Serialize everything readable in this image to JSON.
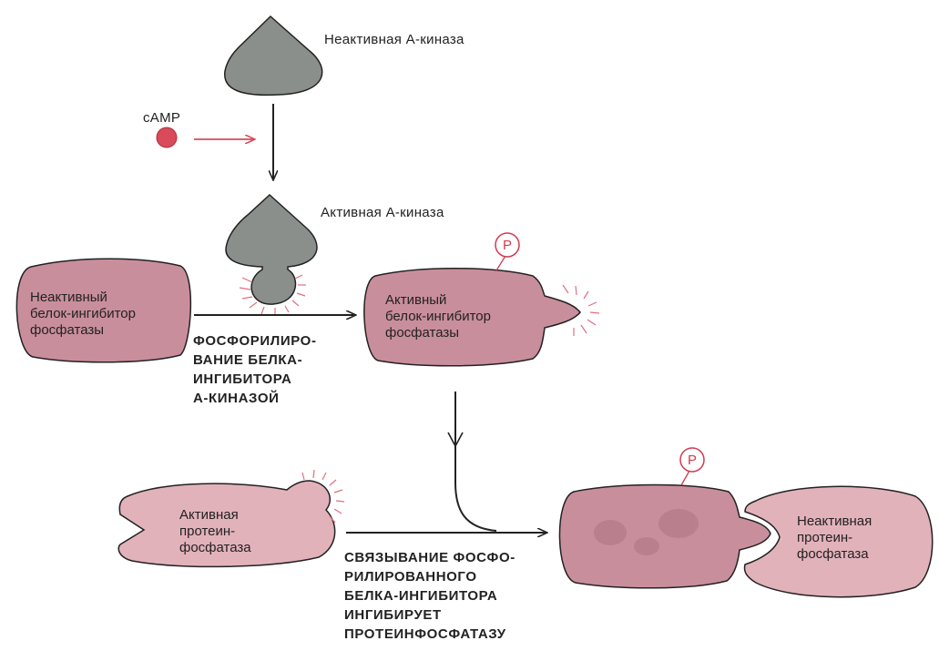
{
  "title": "",
  "labels": {
    "inactive_kinase": "Неактивная А-киназа",
    "camp": "cAMP",
    "active_kinase": "Активная А-киназа",
    "inactive_inhibitor": [
      "Неактивный",
      "белок-ингибитор",
      "фосфатазы"
    ],
    "active_inhibitor": [
      "Активный",
      "белок-ингибитор",
      "фосфатазы"
    ],
    "phosphorylation_caption": [
      "ФОСФОРИЛИРО-",
      "ВАНИЕ БЕЛКА-",
      "ИНГИБИТОРА",
      "А-КИНАЗОЙ"
    ],
    "active_phosphatase": [
      "Активная",
      "протеин-",
      "фосфатаза"
    ],
    "inactive_phosphatase": [
      "Неактивная",
      "протеин-",
      "фосфатаза"
    ],
    "binding_caption": [
      "СВЯЗЫВАНИЕ ФОСФО-",
      "РИЛИРОВАННОГО",
      "БЕЛКА-ИНГИБИТОРА",
      "ИНГИБИРУЕТ",
      "ПРОТЕИНФОСФАТАЗУ"
    ],
    "phosphate_top": "P",
    "phosphate_bottom": "P"
  },
  "colors": {
    "kinase_fill": "#8a8f8c",
    "protein_fill": "#c98e9c",
    "protein_light": "#e2b2bb",
    "protein_outline": "#222222",
    "camp_dot": "#d94a5a",
    "camp_arrow": "#d94a5a",
    "glow": "#e07080",
    "phosphate": "#d23a50",
    "arrow": "#222222"
  }
}
